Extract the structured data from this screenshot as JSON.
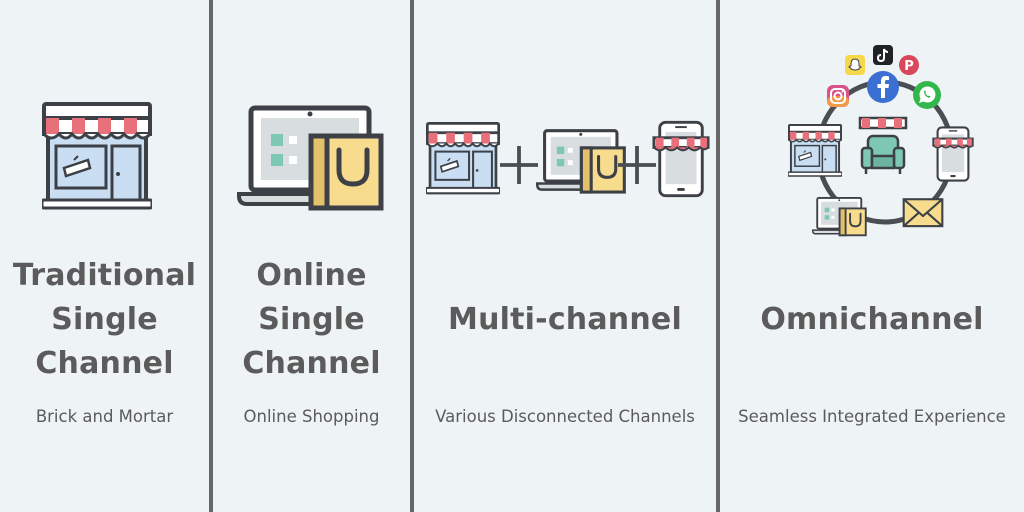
{
  "panels": [
    {
      "title_lines": [
        "Traditional",
        "Single",
        "Channel"
      ],
      "subtitle": "Brick and Mortar"
    },
    {
      "title_lines": [
        "Online",
        "Single",
        "Channel"
      ],
      "subtitle": "Online Shopping"
    },
    {
      "title_lines": [
        "Multi-channel"
      ],
      "subtitle": "Various Disconnected Channels"
    },
    {
      "title_lines": [
        "Omnichannel"
      ],
      "subtitle": "Seamless Integrated Experience"
    }
  ],
  "colors": {
    "background": "#eef3f5",
    "divider": "#666666",
    "text": "#5b5b5b",
    "outline": "#3d4147",
    "awning_red": "#e8707a",
    "window_blue": "#c9def2",
    "bag_yellow": "#f7dc8e",
    "screen_teal": "#7fc7b5",
    "device_gray": "#d8dde0",
    "connector_gray": "#4a4e52"
  },
  "icons": {
    "panel1": "storefront-icon",
    "panel2": "laptop-shopping-bag-icon",
    "panel3": [
      "storefront-icon",
      "plus-icon",
      "laptop-shopping-bag-icon",
      "plus-icon",
      "mobile-store-icon"
    ],
    "panel4": [
      "snapchat-icon",
      "tiktok-icon",
      "pinterest-icon",
      "instagram-icon",
      "facebook-icon",
      "whatsapp-icon",
      "storefront-icon",
      "customer-armchair-icon",
      "mobile-store-icon",
      "laptop-shopping-bag-icon",
      "email-icon"
    ]
  }
}
